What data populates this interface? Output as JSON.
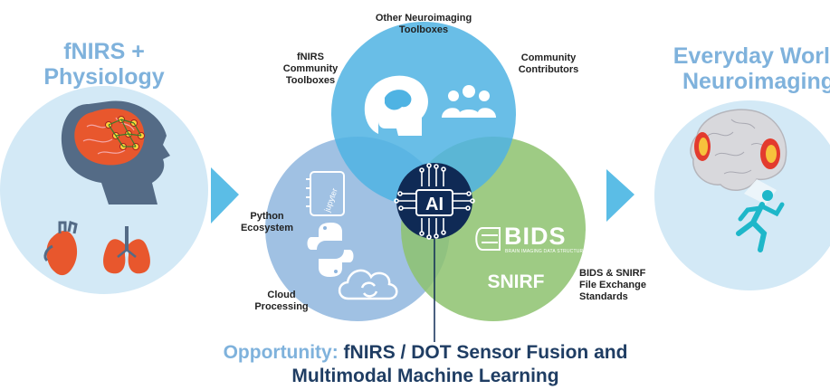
{
  "left_panel": {
    "title_line1": "fNIRS +",
    "title_line2": "Physiology"
  },
  "right_panel": {
    "title_line1": "Everyday World",
    "title_line2": "Neuroimaging"
  },
  "venn": {
    "top_label_line1": "Other Neuroimaging",
    "top_label_line2": "Toolboxes",
    "fnirs_label_line1": "fNIRS",
    "fnirs_label_line2": "Community",
    "fnirs_label_line3": "Toolboxes",
    "community_label_line1": "Community",
    "community_label_line2": "Contributors",
    "python_label_line1": "Python",
    "python_label_line2": "Ecosystem",
    "cloud_label_line1": "Cloud",
    "cloud_label_line2": "Processing",
    "standards_label_line1": "BIDS & SNIRF",
    "standards_label_line2": "File Exchange",
    "standards_label_line3": "Standards",
    "center_chip": "AI",
    "bids_logo": "BIDS",
    "bids_logo_sub": "BRAIN IMAGING DATA STRUCTURE",
    "snirf_text": "SNIRF",
    "jupyter_text": "jupyter"
  },
  "bottom": {
    "accent": "Opportunity:",
    "line1_rest": " fNIRS / DOT Sensor Fusion and",
    "line2": "Multimodal Machine Learning"
  },
  "colors": {
    "title_blue": "#7fb2dc",
    "top_circle": "#4fb3e3",
    "left_circle": "#8fb6de",
    "right_circle": "#8dc26f",
    "panel_bg": "#d3e9f6",
    "arrow": "#5bbde6",
    "chip_navy": "#0f2a55"
  },
  "icons": [
    "brain-head-icon",
    "people-icon",
    "notebook-icon",
    "python-logo-icon",
    "cloud-sync-icon",
    "heart-icon",
    "lungs-icon",
    "head-brain-sensors-icon",
    "brain-activation-icon",
    "runner-icon",
    "ai-chip-icon"
  ]
}
